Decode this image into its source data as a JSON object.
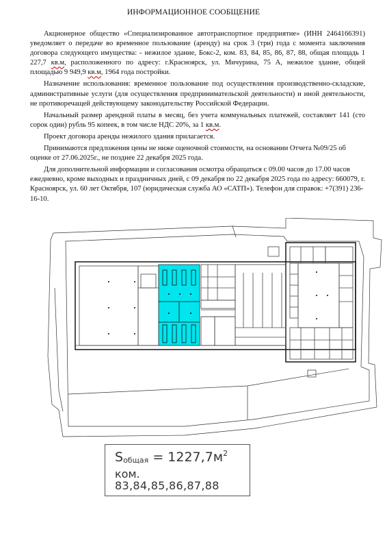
{
  "doc": {
    "title": "ИНФОРМАЦИОННОЕ СООБЩЕНИЕ",
    "p1_a": "Акционерное общество «Специализированное автотранспортное предприятие» (ИНН 2464166391) уведомляет о передаче во временное пользование (аренду) на срок 3 (три) года с момента заключения договора следующего имущества: - нежилое здание, Бокс-2, ком. 83, 84, 85, 86, 87, 88, общая площадь 1 227,7 ",
    "p1_unit1": "кв.м",
    "p1_b": ", расположенного по адресу: г.Красноярск, ул. Мичурина, 75 А, нежилое здание, общей площадью 9 949,9 ",
    "p1_unit2": "кв.м",
    "p1_c": ", 1964 года постройки.",
    "p2": "Назначение использования: временное пользование под осуществления производственно-складские, административные услуги (для осуществления предпринимательской деятельности) и иной деятельности, не противоречащей действующему законодательству Российской Федерации.",
    "p3_a": "Начальный размер арендной платы в месяц, без учета коммунальных платежей, составляет 141 (сто сорок один) рубль 95 копеек, в том числе НДС 20%, за 1 ",
    "p3_unit": "кв.м",
    "p3_b": ".",
    "p4": "Проект договора аренды нежилого здания прилагается.",
    "p5": "Принимаются предложения цены не ниже оценочной стоимости, на основании Отчета №09/25 об оценке от 27.06.2025г., не позднее 22 декабря 2025 года.",
    "p6": "Для дополнительной информации и согласования осмотра обращаться с 09.00 часов до 17.00 часов ежедневно, кроме выходных и праздничных дней, с 09 декабря по 22 декабря 2025 года по адресу: 660079, г. Красноярск, ул. 60 лет Октября, 107 (юридическая служба АО «САТП»). Телефон для справок: +7(391) 236-16-10."
  },
  "plan": {
    "highlight_color": "#00e5ee",
    "stamp_s": "S",
    "stamp_sub": "общая",
    "stamp_value": " = 1227,7м",
    "stamp_sup": "2",
    "stamp_rooms_label": "ком.",
    "stamp_rooms": "83,84,85,86,87,88"
  }
}
